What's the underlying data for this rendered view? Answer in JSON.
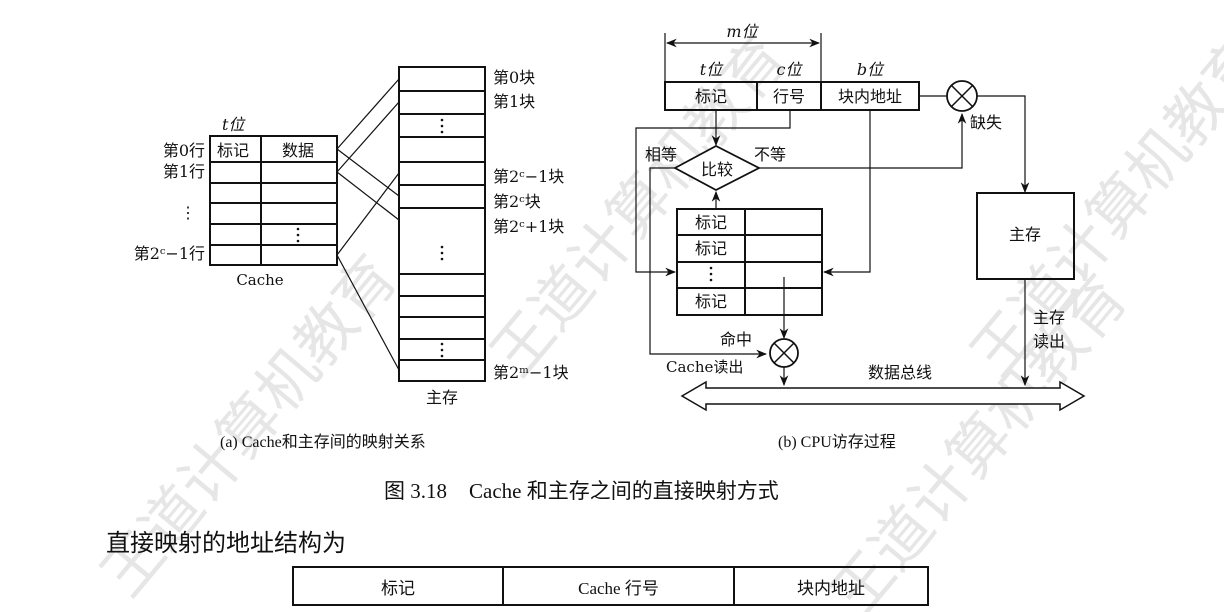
{
  "watermark": "王道计算机教育",
  "figure_a": {
    "cache": {
      "width_label": "t位",
      "header": [
        "标记",
        "数据"
      ],
      "row_labels": [
        "第0行",
        "第1行",
        "⋮",
        "第2ᶜ−1行"
      ],
      "name": "Cache"
    },
    "memory": {
      "block_labels": [
        "第0块",
        "第1块",
        "第2ᶜ−1块",
        "第2ᶜ块",
        "第2ᶜ+1块",
        "第2ᵐ−1块"
      ],
      "name": "主存"
    },
    "caption": "(a) Cache和主存间的映射关系"
  },
  "figure_b": {
    "m_label": "m位",
    "field_widths": [
      "t位",
      "c位",
      "b位"
    ],
    "fields": [
      "标记",
      "行号",
      "块内地址"
    ],
    "compare": "比较",
    "equal": "相等",
    "not_equal": "不等",
    "miss": "缺失",
    "hit": "命中",
    "cache_tags": [
      "标记",
      "标记",
      "⋮",
      "标记"
    ],
    "main_memory": "主存",
    "main_read": [
      "主存",
      "读出"
    ],
    "cache_read": "Cache读出",
    "data_bus": "数据总线",
    "caption": "(b) CPU访存过程"
  },
  "figure_title": {
    "number": "图 3.18",
    "text": "Cache 和主存之间的直接映射方式"
  },
  "body_text": "直接映射的地址结构为",
  "address_structure": [
    "标记",
    "Cache 行号",
    "块内地址"
  ]
}
